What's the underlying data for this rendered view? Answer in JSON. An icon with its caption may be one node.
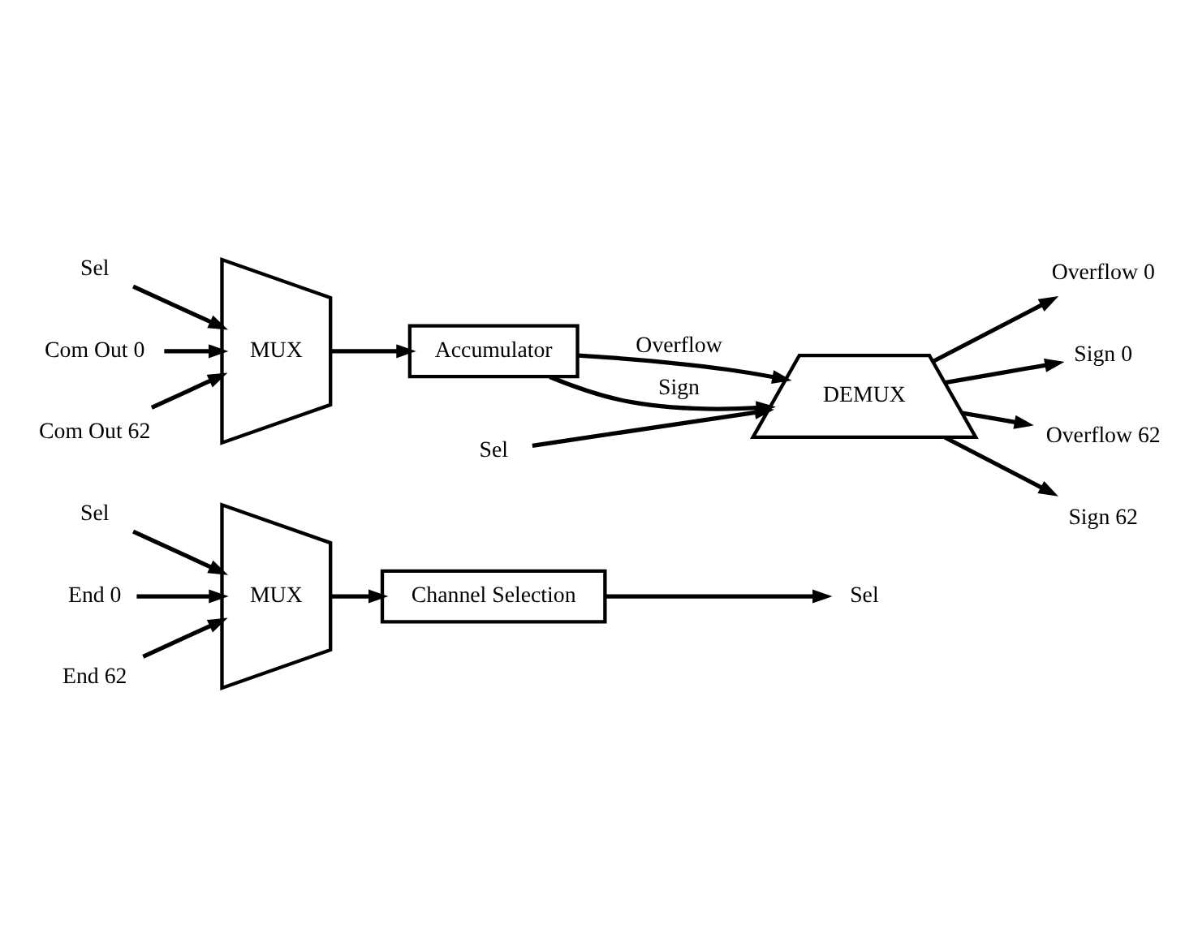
{
  "diagram": {
    "nodes": [
      {
        "text": [
          "Sel"
        ]
      },
      {
        "text": [
          "End 0"
        ]
      },
      {
        "text": [
          "End 62"
        ]
      },
      {
        "text": [
          "MUX"
        ]
      },
      {
        "text": [
          "Channel Selection"
        ]
      },
      {
        "text": [
          "Sel"
        ]
      },
      {
        "text": [
          "Sel"
        ]
      },
      {
        "text": [
          "Com Out 0"
        ]
      },
      {
        "text": [
          "Com Out 62"
        ]
      },
      {
        "text": [
          "MUX"
        ]
      },
      {
        "text": [
          "Accumulator"
        ]
      },
      {
        "text": [
          "DEMUX"
        ]
      },
      {
        "text": [
          "Sel"
        ]
      },
      {
        "text": [
          "Overflow 0"
        ]
      },
      {
        "text": [
          "Sign 0"
        ]
      },
      {
        "text": [
          "Overflow 62"
        ]
      },
      {
        "text": [
          "Sign 62"
        ]
      }
    ],
    "edges": [
      {
        "from": 0,
        "to": 3,
        "arrow": "to"
      },
      {
        "from": 1,
        "to": 3,
        "arrow": "to"
      },
      {
        "from": 2,
        "to": 3,
        "arrow": "to"
      },
      {
        "from": 3,
        "to": 4,
        "arrow": "to"
      },
      {
        "from": 4,
        "to": 5,
        "arrow": "to"
      },
      {
        "from": 6,
        "to": 9,
        "arrow": "to"
      },
      {
        "from": 7,
        "to": 9,
        "arrow": "to"
      },
      {
        "from": 8,
        "to": 9,
        "arrow": "to"
      },
      {
        "from": 9,
        "to": 10,
        "arrow": "to"
      },
      {
        "from": 10,
        "to": 11,
        "arrow": "to",
        "label": "Overflow"
      },
      {
        "from": 10,
        "to": 11,
        "arrow": "to",
        "label": "Sign"
      },
      {
        "from": 12,
        "to": 11,
        "arrow": "to"
      },
      {
        "from": 11,
        "to": 13,
        "arrow": "to"
      },
      {
        "from": 11,
        "to": 14,
        "arrow": "to"
      },
      {
        "from": 11,
        "to": 15,
        "arrow": "to"
      },
      {
        "from": 11,
        "to": 16,
        "arrow": "to"
      }
    ]
  }
}
